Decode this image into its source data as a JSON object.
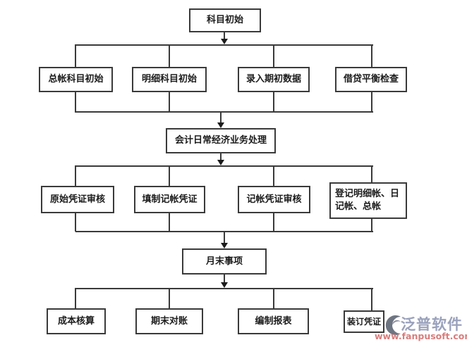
{
  "diagram": {
    "nodes": {
      "start": "科目初始",
      "init_tasks": [
        "总帐科目初始",
        "明细科目初始",
        "录入期初数据",
        "借贷平衡检查"
      ],
      "daily_process": "会计日常经济业务处理",
      "daily_tasks": [
        "原始凭证审核",
        "填制记帐凭证",
        "记帐凭证审核",
        "登记明细帐、日记帐、总帐"
      ],
      "month_end": "月末事项",
      "month_tasks": [
        "成本核算",
        "期末对账",
        "编制报表",
        "装订凭证"
      ]
    }
  },
  "watermark": {
    "brand": "泛普软件",
    "url": "www.fanpusoft.com",
    "brand_color": "#9aa1bc",
    "url_color": "#d97c7c",
    "logo_icon": "fan-swirl-icon",
    "logo_color": "#6e7582"
  },
  "colors": {
    "background": "#ffffff",
    "line": "#3a3a3a",
    "box_border": "#3a3a3a",
    "text": "#1c1c1c"
  }
}
